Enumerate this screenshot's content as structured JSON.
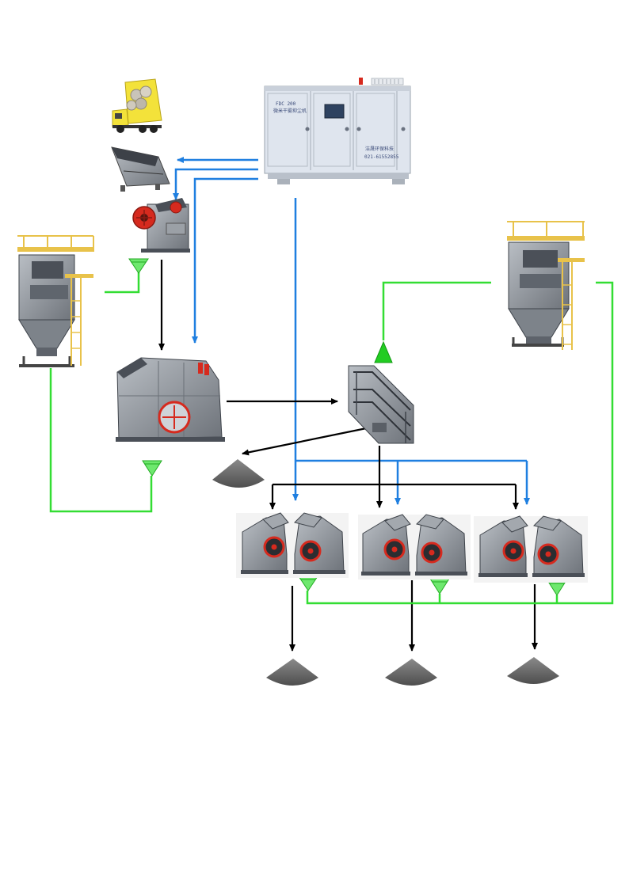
{
  "colors": {
    "dust_control_line": "#1f7fe0",
    "material_flow_line": "#000000",
    "dust_collection_line": "#33dd33",
    "machine_gray": "#8e9399",
    "machine_dark": "#5b6068",
    "accent_red": "#d62a1e",
    "rail_yellow": "#e8c24a",
    "pile_gray": "#6f6f6f",
    "cabinet_face": "#dfe5ee",
    "truck_yellow": "#f3e23a"
  },
  "control_cabinet": {
    "model_label": "FDC 200",
    "name_label": "微米干雾抑尘机",
    "brand_label": "洁晟环保科技",
    "phone_label": "021-61552855"
  }
}
